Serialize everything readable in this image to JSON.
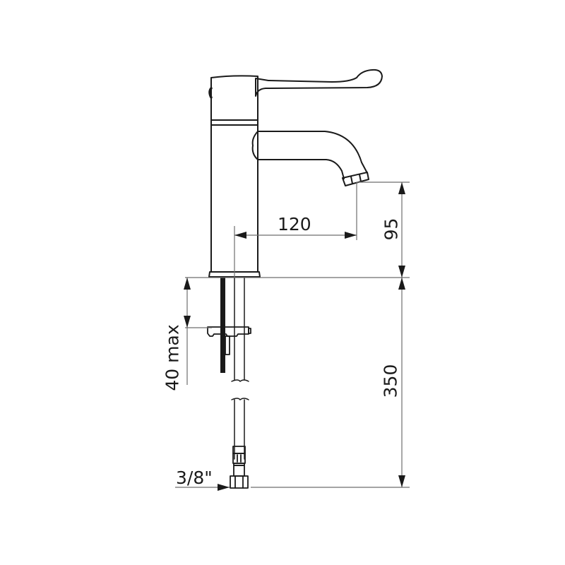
{
  "drawing": {
    "subject": "single-lever basin mixer tap with flexible hoses",
    "stroke_color": "#1a1a1a",
    "dimension_line_color": "#6e6e6e",
    "background": "#ffffff"
  },
  "dimensions": {
    "spout_reach": "120",
    "spout_height": "95",
    "hose_length": "350",
    "max_deck_thickness": "40 max",
    "connection_thread": "3/8\""
  }
}
